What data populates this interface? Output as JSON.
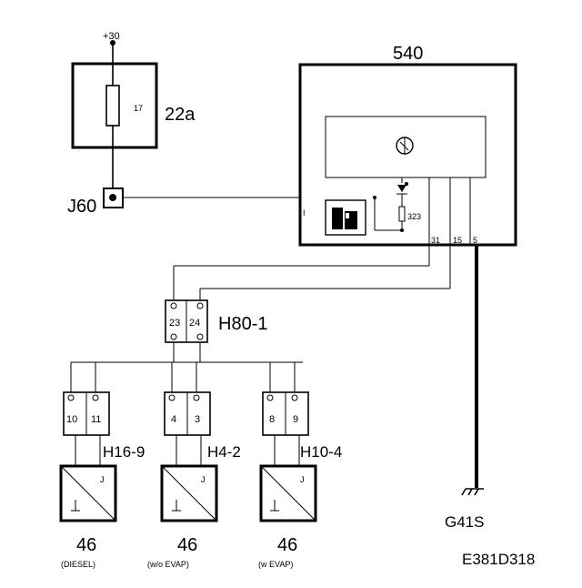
{
  "supply": {
    "label": "+30"
  },
  "fuse_box": {
    "label": "22a",
    "fuse_number": "17"
  },
  "junction": {
    "label": "J60"
  },
  "module": {
    "label": "540",
    "pin_labels": {
      "p31": "31",
      "p15": "15",
      "p5": "5"
    },
    "resistor_label": "323"
  },
  "connector_main": {
    "label": "H80-1",
    "pins": [
      "23",
      "24"
    ]
  },
  "connectors": [
    {
      "label": "H16-9",
      "pins": [
        "10",
        "11"
      ]
    },
    {
      "label": "H4-2",
      "pins": [
        "4",
        "3"
      ]
    },
    {
      "label": "H10-4",
      "pins": [
        "8",
        "9"
      ]
    }
  ],
  "senders": [
    {
      "number": "46",
      "variant": "(DIESEL)"
    },
    {
      "number": "46",
      "variant": "(w/o EVAP)"
    },
    {
      "number": "46",
      "variant": "(w EVAP)"
    }
  ],
  "ground": {
    "label": "G41S"
  },
  "diagram_id": "E381D318",
  "icons": [
    "fuse-icon",
    "fuel-pump-icon",
    "gauge-icon",
    "diode-icon",
    "ground-icon",
    "sender-icon"
  ]
}
